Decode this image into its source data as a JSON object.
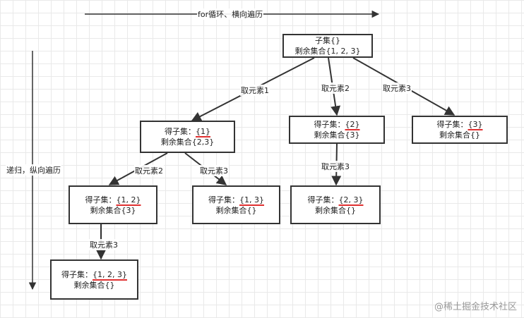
{
  "axis": {
    "horizontal_label": "for循环、横向遍历",
    "vertical_label": "递归，纵向遍历"
  },
  "nodes": {
    "root": {
      "line1": "子集{}",
      "line2": "剩余集合{1, 2, 3}"
    },
    "n1": {
      "prefix": "得子集：",
      "subset": "{1}",
      "line2": "剩余集合{2,3}"
    },
    "n2": {
      "prefix": "得子集：",
      "subset": "{2}",
      "line2": "剩余集合{3}"
    },
    "n3": {
      "prefix": "得子集：",
      "subset": "{3}",
      "line2": "剩余集合{}"
    },
    "n12": {
      "prefix": "得子集：",
      "subset": "{1, 2}",
      "line2": "剩余集合{3}"
    },
    "n13": {
      "prefix": "得子集：",
      "subset": "{1, 3}",
      "line2": "剩余集合{}"
    },
    "n23": {
      "prefix": "得子集：",
      "subset": "{2, 3}",
      "line2": "剩余集合{}"
    },
    "n123": {
      "prefix": "得子集：",
      "subset": "{1, 2, 3}",
      "line2": "剩余集合{}"
    }
  },
  "edges": {
    "root_n1": "取元素1",
    "root_n2": "取元素2",
    "root_n3": "取元素3",
    "n1_n12": "取元素2",
    "n1_n13": "取元素3",
    "n2_n23": "取元素3",
    "n12_n123": "取元素3"
  },
  "watermark": "@稀土掘金技术社区",
  "colors": {
    "line": "#333333",
    "underline": "#e03030"
  }
}
